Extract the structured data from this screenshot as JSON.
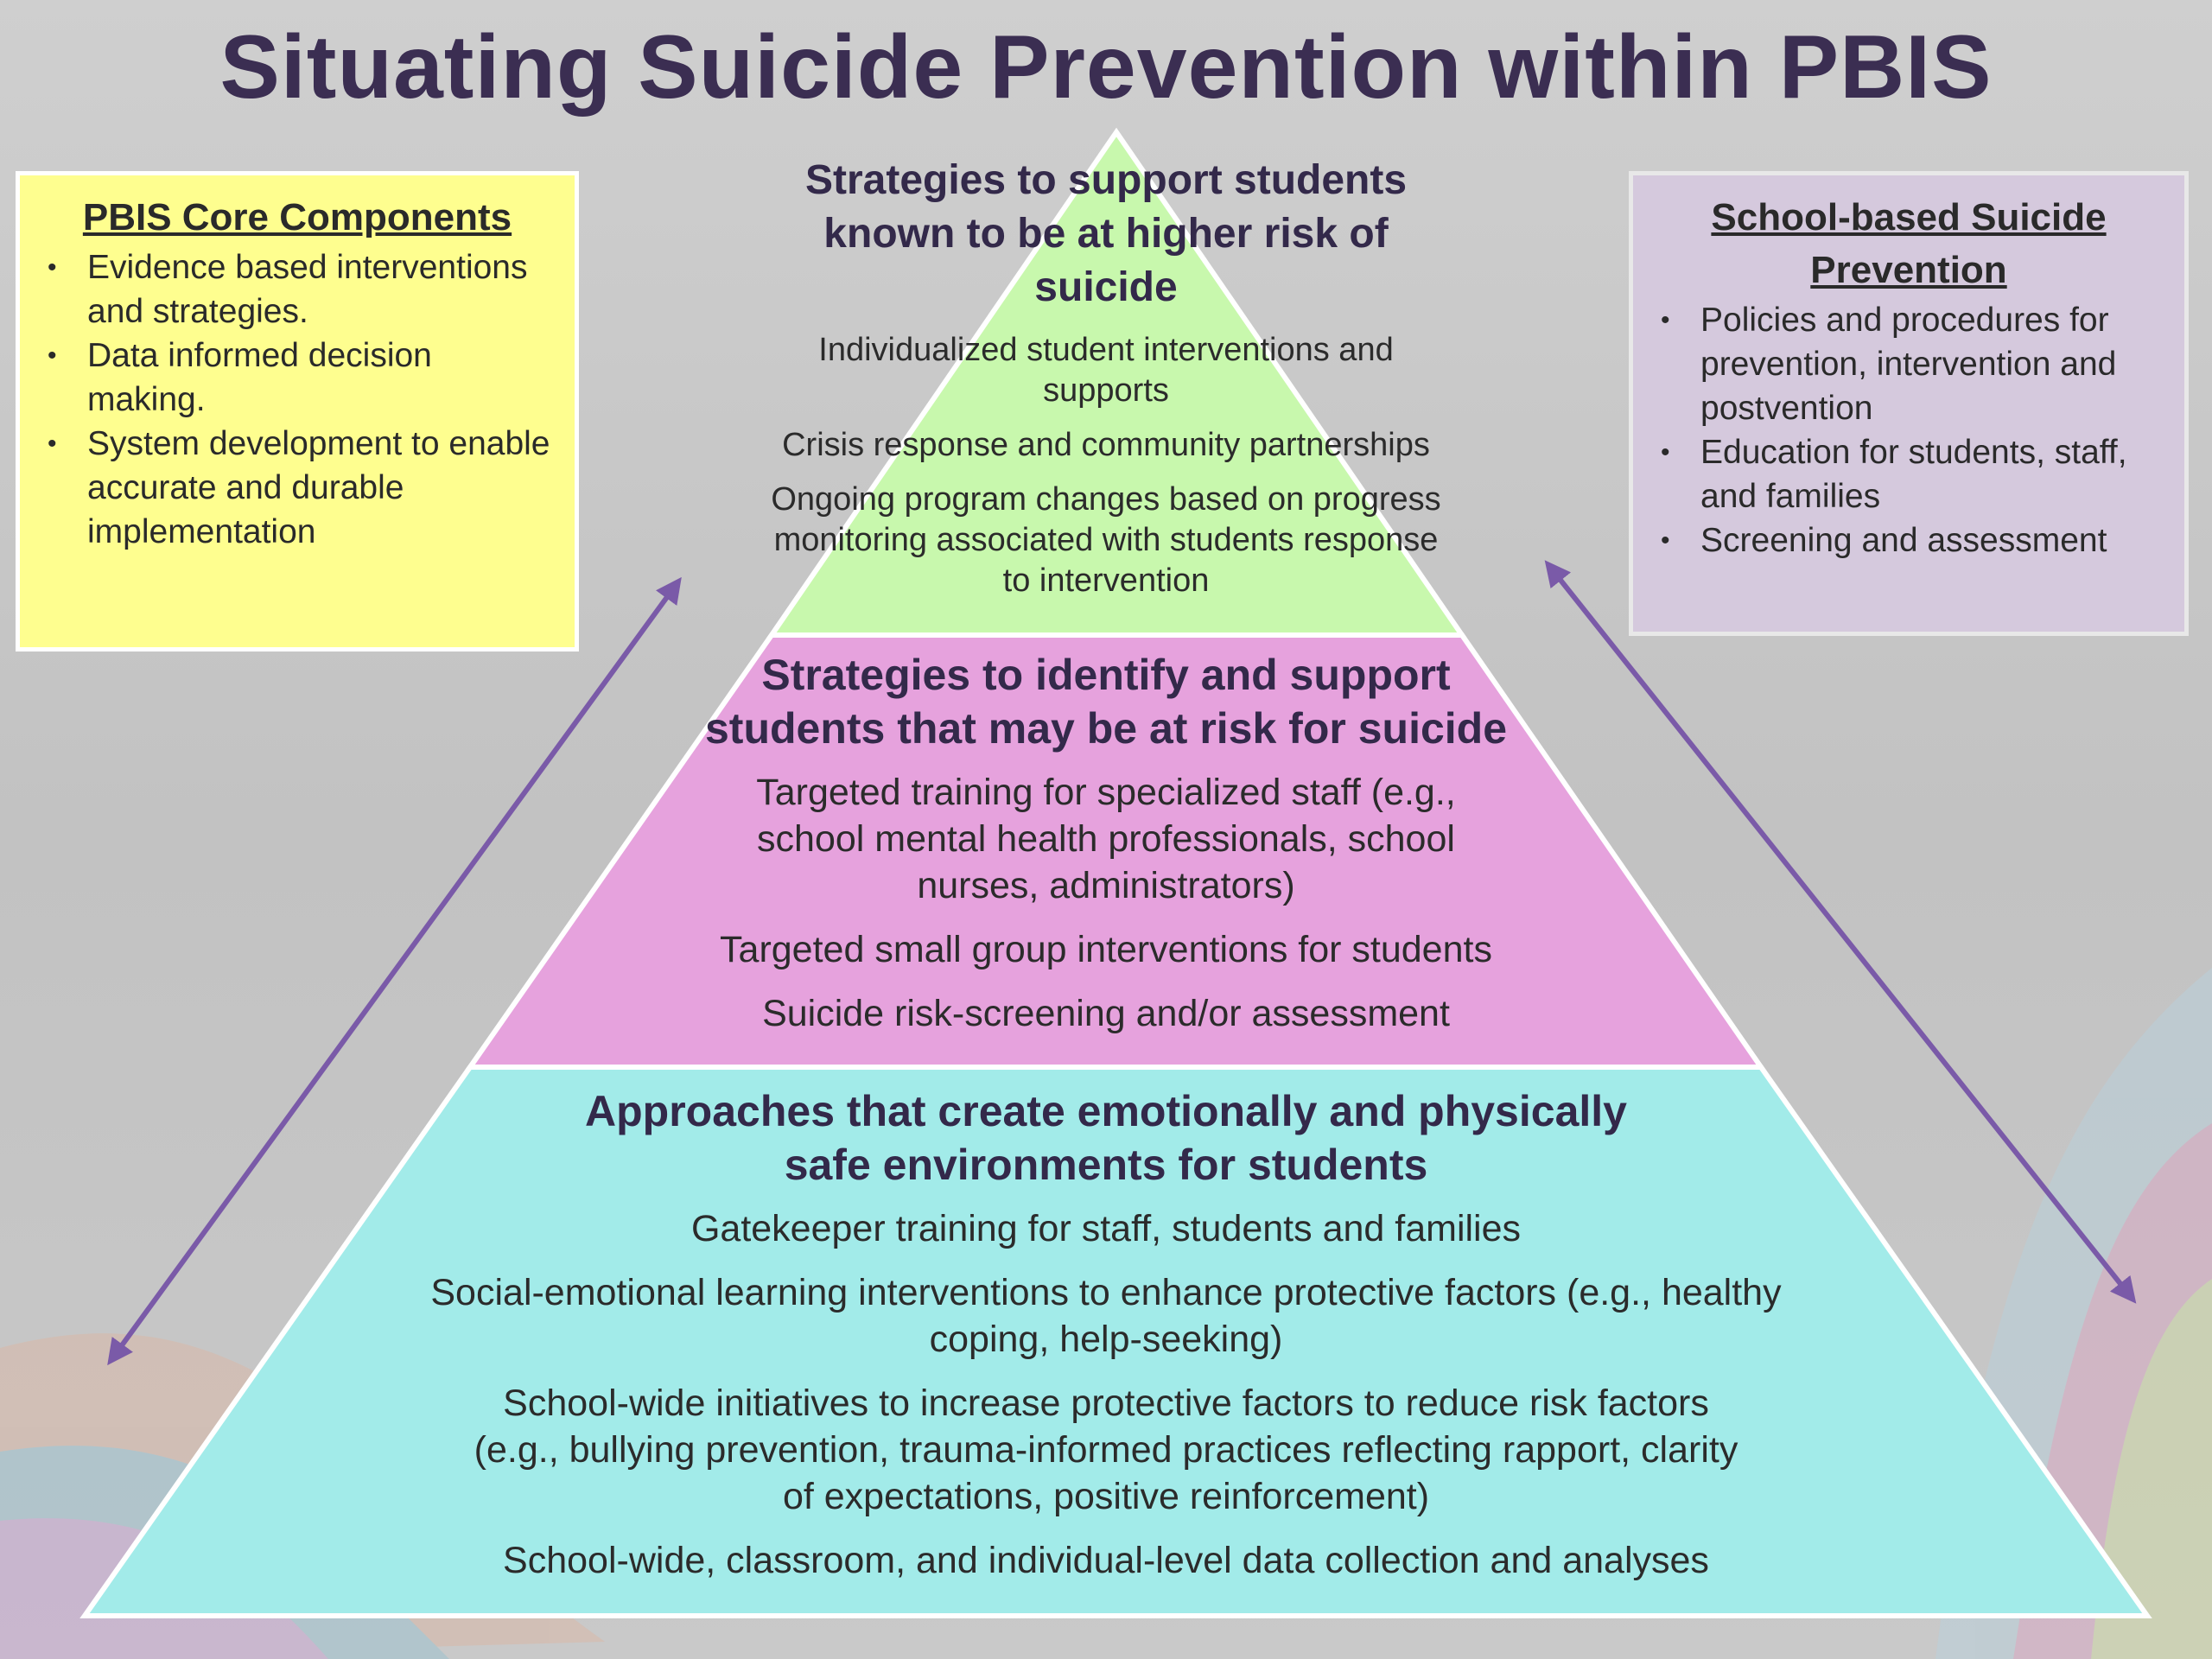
{
  "title": "Situating Suicide Prevention within PBIS",
  "colors": {
    "title": "#3b2e52",
    "left_box": "#fefe8f",
    "right_box": "#d5c9dd",
    "tier_top": "#c8f8ad",
    "tier_middle": "#e6a2dd",
    "tier_bottom": "#a2ebe9",
    "arrow": "#7a5aa8"
  },
  "left_box": {
    "heading": "PBIS Core Components",
    "items": [
      "Evidence based interventions and strategies.",
      "Data informed decision making.",
      "System development to enable accurate and durable implementation"
    ]
  },
  "right_box": {
    "heading": "School-based Suicide Prevention",
    "items": [
      "Policies and procedures for prevention, intervention and postvention",
      "Education for students, staff, and families",
      "Screening and assessment"
    ]
  },
  "pyramid": {
    "top": {
      "heading": "Strategies to support students known to be at higher risk of suicide",
      "items": [
        "Individualized student interventions and supports",
        "Crisis response and community partnerships",
        "Ongoing program changes based on progress monitoring associated with students response to intervention"
      ]
    },
    "middle": {
      "heading": "Strategies to identify and support students that may be at risk for suicide",
      "items": [
        "Targeted training for specialized staff (e.g., school mental health professionals, school nurses, administrators)",
        "Targeted small group interventions for students",
        "Suicide risk-screening and/or assessment"
      ]
    },
    "bottom": {
      "heading": "Approaches that create emotionally and physically safe environments for students",
      "items": [
        "Gatekeeper training for staff, students and families",
        "Social-emotional learning interventions to enhance protective factors (e.g., healthy coping, help-seeking)",
        "School-wide initiatives to increase protective factors to reduce risk factors (e.g., bullying prevention, trauma-informed practices reflecting rapport, clarity of expectations, positive reinforcement)",
        "School-wide, classroom, and individual-level data collection and analyses"
      ]
    }
  }
}
